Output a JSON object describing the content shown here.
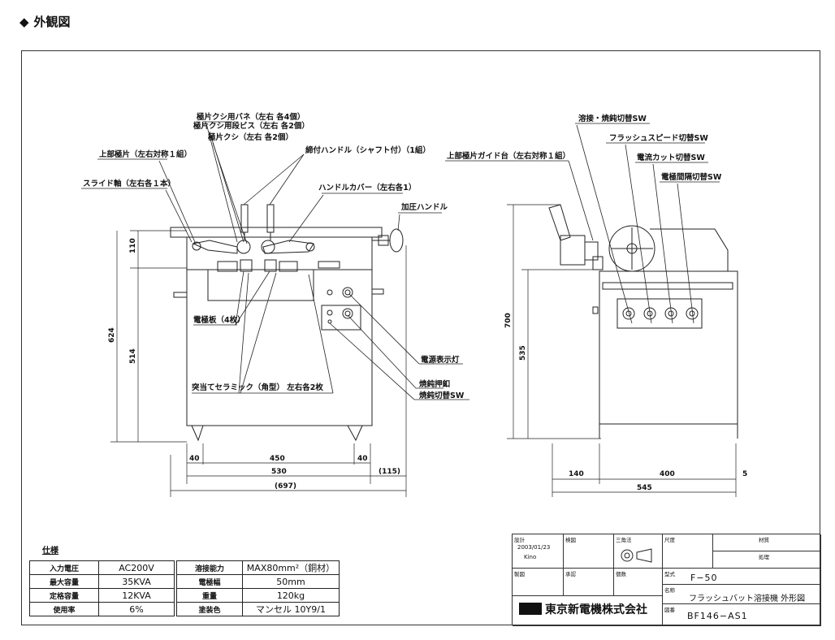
{
  "heading": "外観図",
  "front_view": {
    "labels": {
      "spring": "極片クシ用バネ（左右 各4個）",
      "stepped_screw": "極片クシ用段ビス（左右 各2個）",
      "comb": "極片クシ（左右 各2個）",
      "upper_pole": "上部極片（左右対称１組）",
      "slide_shaft": "スライド軸（左右各１本）",
      "clamp_handle": "締付ハンドル（シャフト付）（1組）",
      "handle_cover": "ハンドルカバー（左右各1）",
      "pressure_handle": "加圧ハンドル",
      "electrode_plate": "電極板（4枚）",
      "power_lamp": "電源表示灯",
      "anneal_push": "焼鈍押釦",
      "anneal_switch": "焼鈍切替SW",
      "ceramic": "突当てセラミック（角型） 左右各2枚"
    },
    "dims": {
      "h110": "110",
      "h624": "624",
      "h514": "514",
      "w40a": "40",
      "w450": "450",
      "w40b": "40",
      "w530": "530",
      "w115": "(115)",
      "w697": "(697)"
    }
  },
  "side_view": {
    "labels": {
      "weld_anneal_sw": "溶接・焼鈍切替SW",
      "flash_speed_sw": "フラッシュスピード切替SW",
      "current_cut_sw": "電流カット切替SW",
      "electrode_gap_sw": "電極間隔切替SW",
      "upper_guide": "上部極片ガイド台（左右対称１組）"
    },
    "dims": {
      "h700": "700",
      "h535": "535",
      "w140": "140",
      "w400": "400",
      "w5": "5",
      "w545": "545"
    }
  },
  "spec": {
    "title": "仕様",
    "rows": [
      [
        "入力電圧",
        "AC200V",
        "溶接能力",
        "MAX80mm²（銅材）"
      ],
      [
        "最大容量",
        "35KVA",
        "電極幅",
        "50mm"
      ],
      [
        "定格容量",
        "12KVA",
        "重量",
        "120kg"
      ],
      [
        "使用率",
        "6%",
        "塗装色",
        "マンセル 10Y9/1"
      ]
    ]
  },
  "title_block": {
    "design_cap": "設計",
    "design_date": "2003/01/23",
    "design_name": "Kino",
    "check_cap": "検図",
    "projection_cap": "三角法",
    "scale_cap": "尺度",
    "material_cap": "材質",
    "treatment_cap": "処理",
    "drawn_cap": "製図",
    "approved_cap": "承認",
    "qty_cap": "個数",
    "model_cap": "型式",
    "model": "F−50",
    "name_cap": "名称",
    "name": "フラッシュバット溶接機 外形図",
    "dwg_cap": "図番",
    "dwg_no": "BF146−AS1",
    "company": "東京新電機株式会社"
  }
}
